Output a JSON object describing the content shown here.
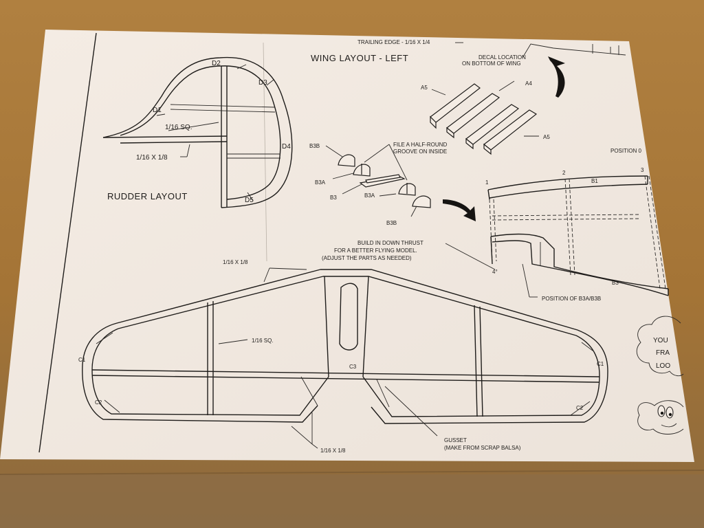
{
  "colors": {
    "workbench": "#a8783a",
    "paper": "#f2eae2",
    "ink": "#1e1c1a"
  },
  "labels": {
    "trailing_edge": "TRAILING EDGE - 1/16 X 1/4",
    "wing_layout_title": "WING LAYOUT - LEFT",
    "decal_line1": "DECAL LOCATION",
    "decal_line2": "ON BOTTOM OF WING",
    "a5_left": "A5",
    "a4": "A4",
    "a5_right": "A5",
    "position_0": "POSITION 0",
    "d1": "D1",
    "d2": "D2",
    "d3": "D3",
    "d4": "D4",
    "d5": "D5",
    "sixteenth_sq_rudder": "1/16 SQ.",
    "sixteenth_x_eighth_rudder": "1/16 X 1/8",
    "rudder_layout": "RUDDER LAYOUT",
    "file_groove_line1": "FILE A HALF-ROUND",
    "file_groove_line2": "GROOVE ON INSIDE",
    "b3b_top": "B3B",
    "b3a_left": "B3A",
    "b3": "B3",
    "b3a_right": "B3A",
    "b3b_bottom": "B3B",
    "pos_1": "1",
    "pos_2": "2",
    "pos_3": "3",
    "b1": "B1",
    "b3_wing": "B3",
    "build_line1": "BUILD IN DOWN THRUST",
    "build_line2": "FOR A BETTER FLYING MODEL.",
    "build_line3": "(ADJUST THE PARTS AS NEEDED)",
    "four_deg": "4°",
    "position_b3a": "POSITION OF B3A/B3B",
    "stab_sixteenth_x_eighth_top": "1/16 X 1/8",
    "stab_sixteenth_sq": "1/16 SQ.",
    "c1_left": "C1",
    "c1_right": "C1",
    "c2_left": "C2",
    "c2_right": "C2",
    "c3": "C3",
    "stab_sixteenth_x_eighth_bottom": "1/16 X 1/8",
    "gusset_line1": "GUSSET",
    "gusset_line2": "(MAKE FROM SCRAP BALSA)",
    "cartoon_1": "YOU",
    "cartoon_2": "FRA",
    "cartoon_3": "LOO"
  }
}
